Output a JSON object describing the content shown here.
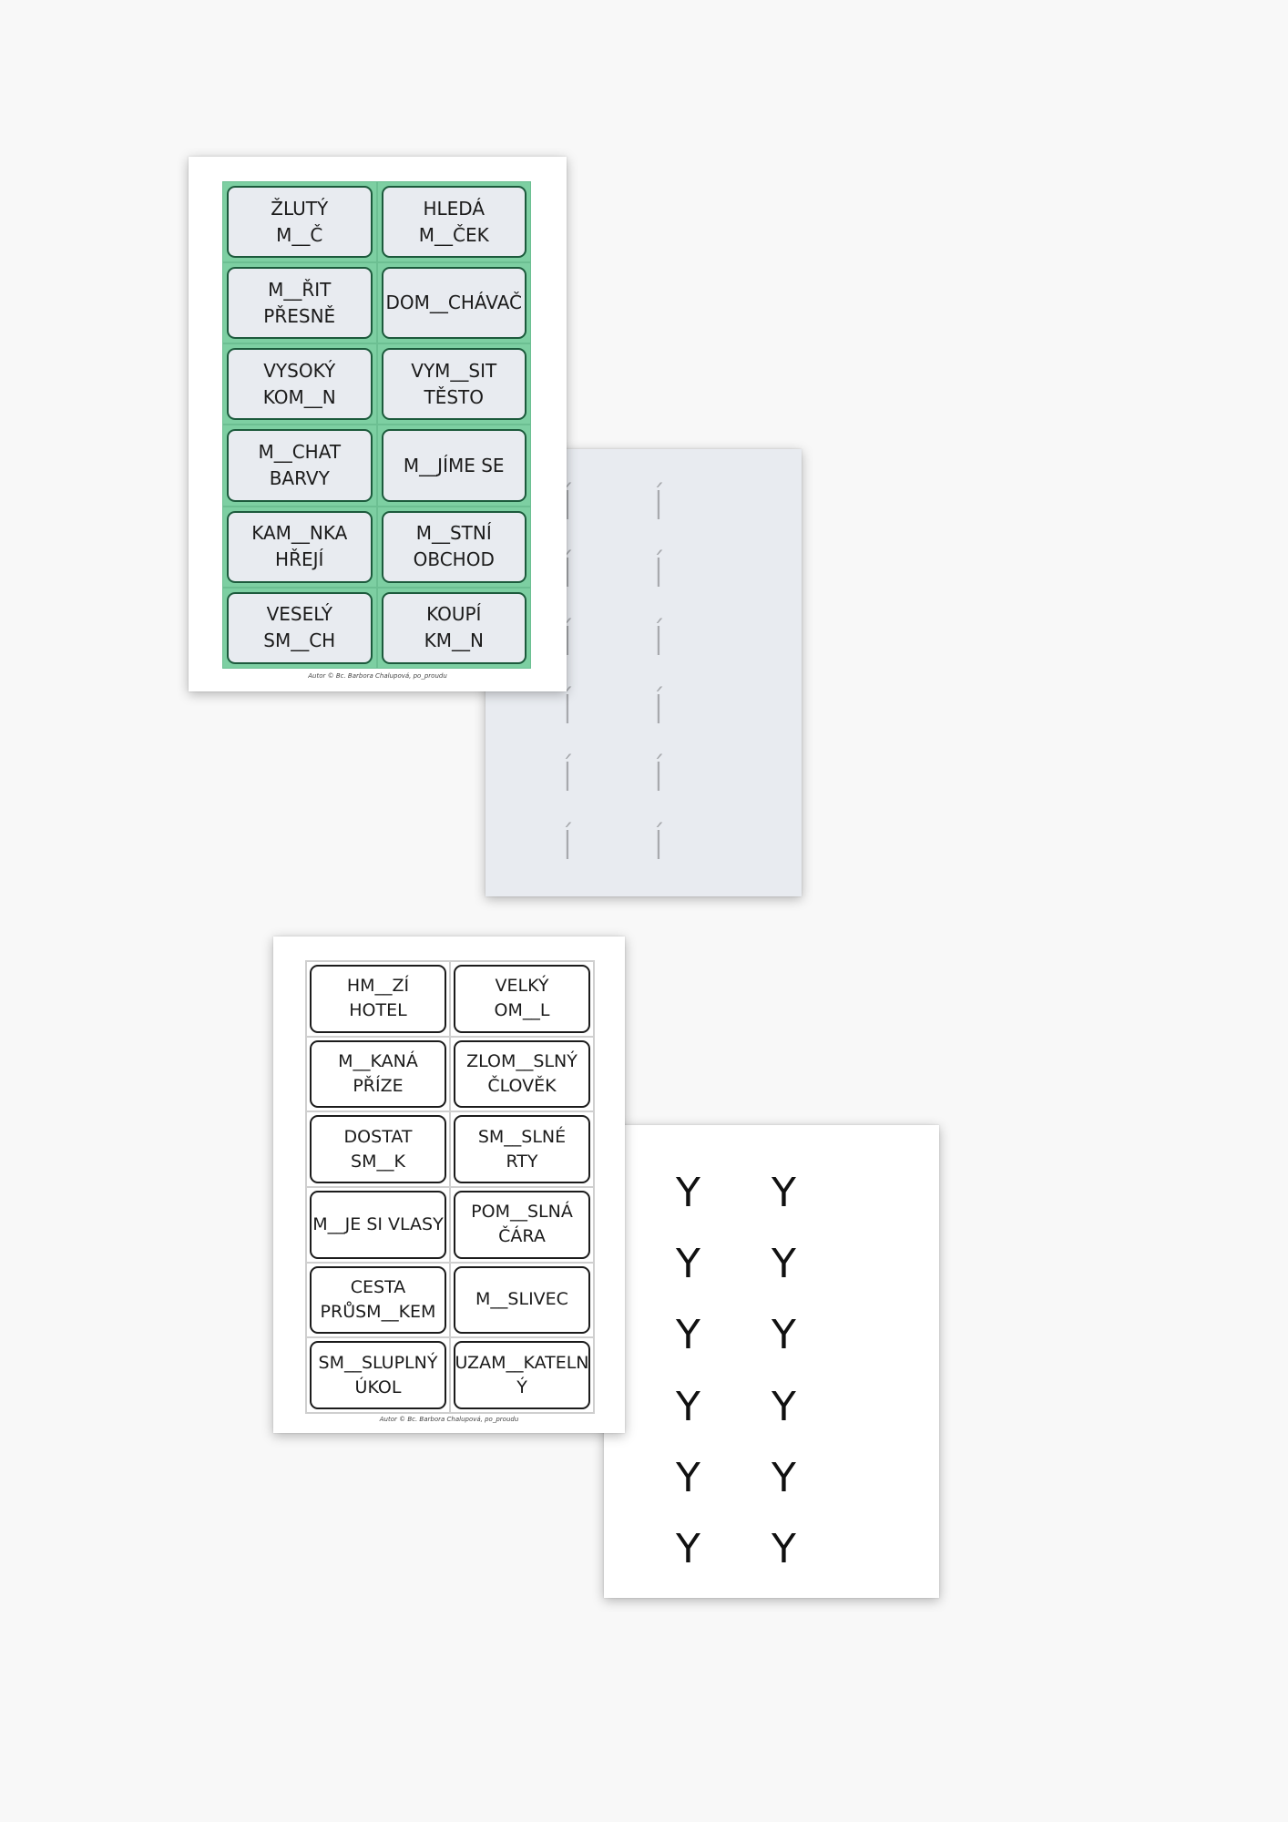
{
  "sheet_green": {
    "cards": [
      "ŽLUTÝ\nM__Č",
      "HLEDÁ\nM__ČEK",
      "M__ŘIT\nPŘESNĚ",
      "DOM__CHÁVAČ",
      "VYSOKÝ\nKOM__N",
      "VYM__SIT\nTĚSTO",
      "M__CHAT\nBARVY",
      "M__JÍME SE",
      "KAM__NKA\nHŘEJÍ",
      "M__STNÍ\nOBCHOD",
      "VESELÝ\nSM__CH",
      "KOUPÍ\nKM__N"
    ],
    "footer": "Autor © Bc. Barbora Chalupová, po_proudu",
    "card_bg_color": "#e8ebf0",
    "grid_color": "#7dcfa2"
  },
  "back_green": {
    "letters": [
      "Í",
      "Í",
      "Í",
      "Í",
      "Í",
      "Í",
      "Í",
      "Í",
      "Í",
      "Í",
      "Í",
      "Í"
    ],
    "bg_color": "#e8ebf0"
  },
  "sheet_white": {
    "cards": [
      "HM__ZÍ\nHOTEL",
      "VELKÝ\nOM__L",
      "M__KANÁ\nPŘÍZE",
      "ZLOM__SLNÝ\nČLOVĚK",
      "DOSTAT\nSM__K",
      "SM__SLNÉ\nRTY",
      "M__JE SI VLASY",
      "POM__SLNÁ\nČÁRA",
      "CESTA\nPRŮSM__KEM",
      "M__SLIVEC",
      "SM__SLUPLNÝ\nÚKOL",
      "UZAM__KATELN\nÝ"
    ],
    "footer": "Autor © Bc. Barbora Chalupová, po_proudu"
  },
  "back_white": {
    "letters": [
      "Y",
      "Y",
      "Y",
      "Y",
      "Y",
      "Y",
      "Y",
      "Y",
      "Y",
      "Y",
      "Y",
      "Y"
    ]
  }
}
